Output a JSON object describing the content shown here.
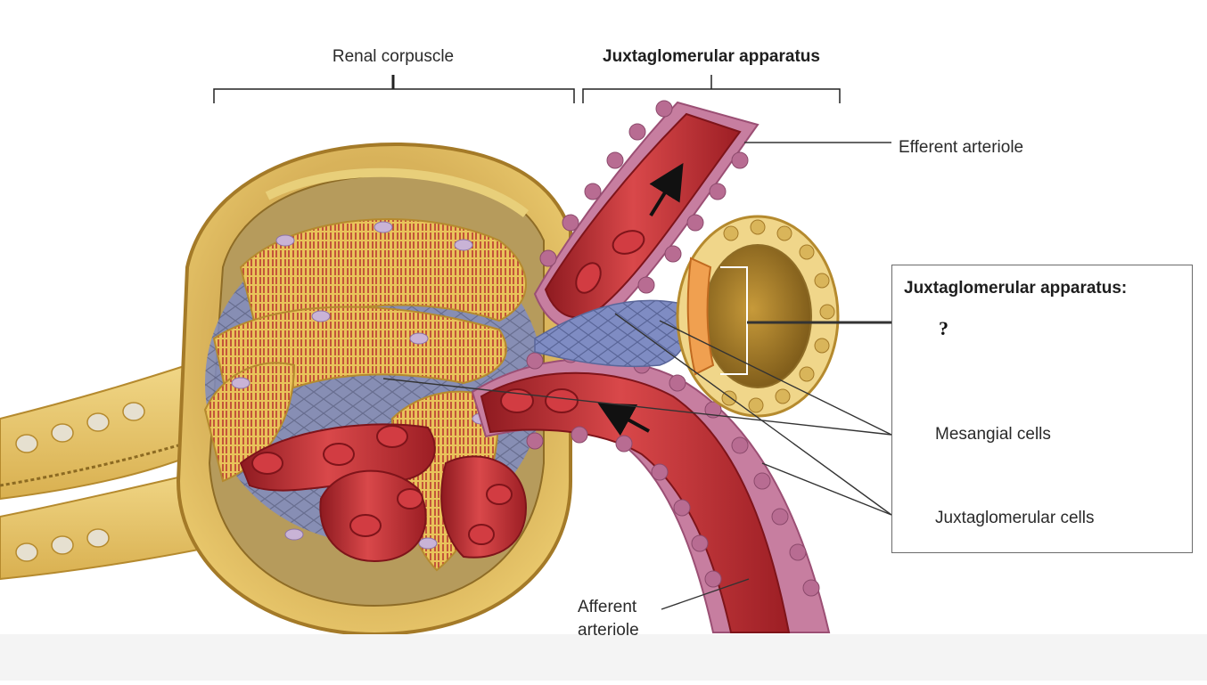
{
  "labels": {
    "renal_corpuscle": "Renal corpuscle",
    "jga_top": "Juxtaglomerular apparatus",
    "efferent_arteriole": "Efferent arteriole",
    "afferent_arteriole_line1": "Afferent",
    "afferent_arteriole_line2": "arteriole"
  },
  "legend": {
    "title": "Juxtaglomerular apparatus:",
    "placeholder": "?",
    "items": [
      "Mesangial cells",
      "Juxtaglomerular cells"
    ]
  },
  "colors": {
    "tubule_yellow": "#e8c25a",
    "capsule_tan": "#cfa24a",
    "vessel_red": "#b8262c",
    "blood_cell": "#c8323a",
    "mesangial_blue": "#7a86bd",
    "vessel_cell_pink": "#c97a9a",
    "macula_densa_orange": "#f0a050"
  }
}
